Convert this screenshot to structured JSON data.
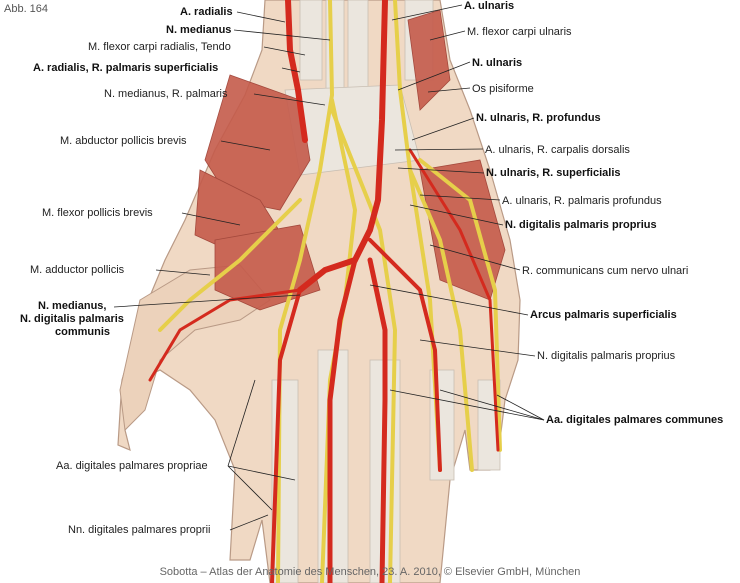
{
  "figure_number": "Abb. 164",
  "caption": "Sobotta – Atlas der Anatomie des Menschen, 23. A. 2010, © Elsevier GmbH, München",
  "labels": {
    "a_radialis": "A. radialis",
    "n_medianus": "N. medianus",
    "m_flexor_carpi_radialis": "M. flexor carpi radialis, Tendo",
    "a_radialis_r_palmaris": "A. radialis, R. palmaris superficialis",
    "n_medianus_r_palmaris": "N. medianus, R. palmaris",
    "m_abductor_pollicis_brevis": "M. abductor pollicis brevis",
    "m_flexor_pollicis_brevis": "M. flexor pollicis brevis",
    "m_adductor_pollicis": "M. adductor pollicis",
    "n_medianus_digitalis_1": "N. medianus,",
    "n_medianus_digitalis_2": "N. digitalis palmaris",
    "n_medianus_digitalis_3": "communis",
    "aa_digitales_propriae": "Aa. digitales palmares propriae",
    "nn_digitales_proprii": "Nn. digitales palmares proprii",
    "a_ulnaris": "A. ulnaris",
    "m_flexor_carpi_ulnaris": "M. flexor carpi ulnaris",
    "n_ulnaris": "N. ulnaris",
    "os_pisiforme": "Os pisiforme",
    "n_ulnaris_r_profundus": "N. ulnaris, R. profundus",
    "a_ulnaris_r_carpalis": "A. ulnaris, R. carpalis dorsalis",
    "n_ulnaris_r_superficialis": "N. ulnaris, R. superficialis",
    "a_ulnaris_r_palmaris_profundus": "A. ulnaris, R. palmaris profundus",
    "n_digitalis_palmaris_proprius_b": "N. digitalis palmaris proprius",
    "r_communicans": "R. communicans cum nervo ulnari",
    "arcus_palmaris": "Arcus palmaris superficialis",
    "n_digitalis_palmaris_proprius": "N. digitalis palmaris proprius",
    "aa_digitales_communes": "Aa. digitales palmares communes"
  },
  "colors": {
    "artery": "#d42a1e",
    "nerve": "#e8d24a",
    "muscle": "#c45a4a",
    "tendon": "#e9e4dc",
    "skin": "#f2dcc8",
    "leader": "#222222"
  }
}
